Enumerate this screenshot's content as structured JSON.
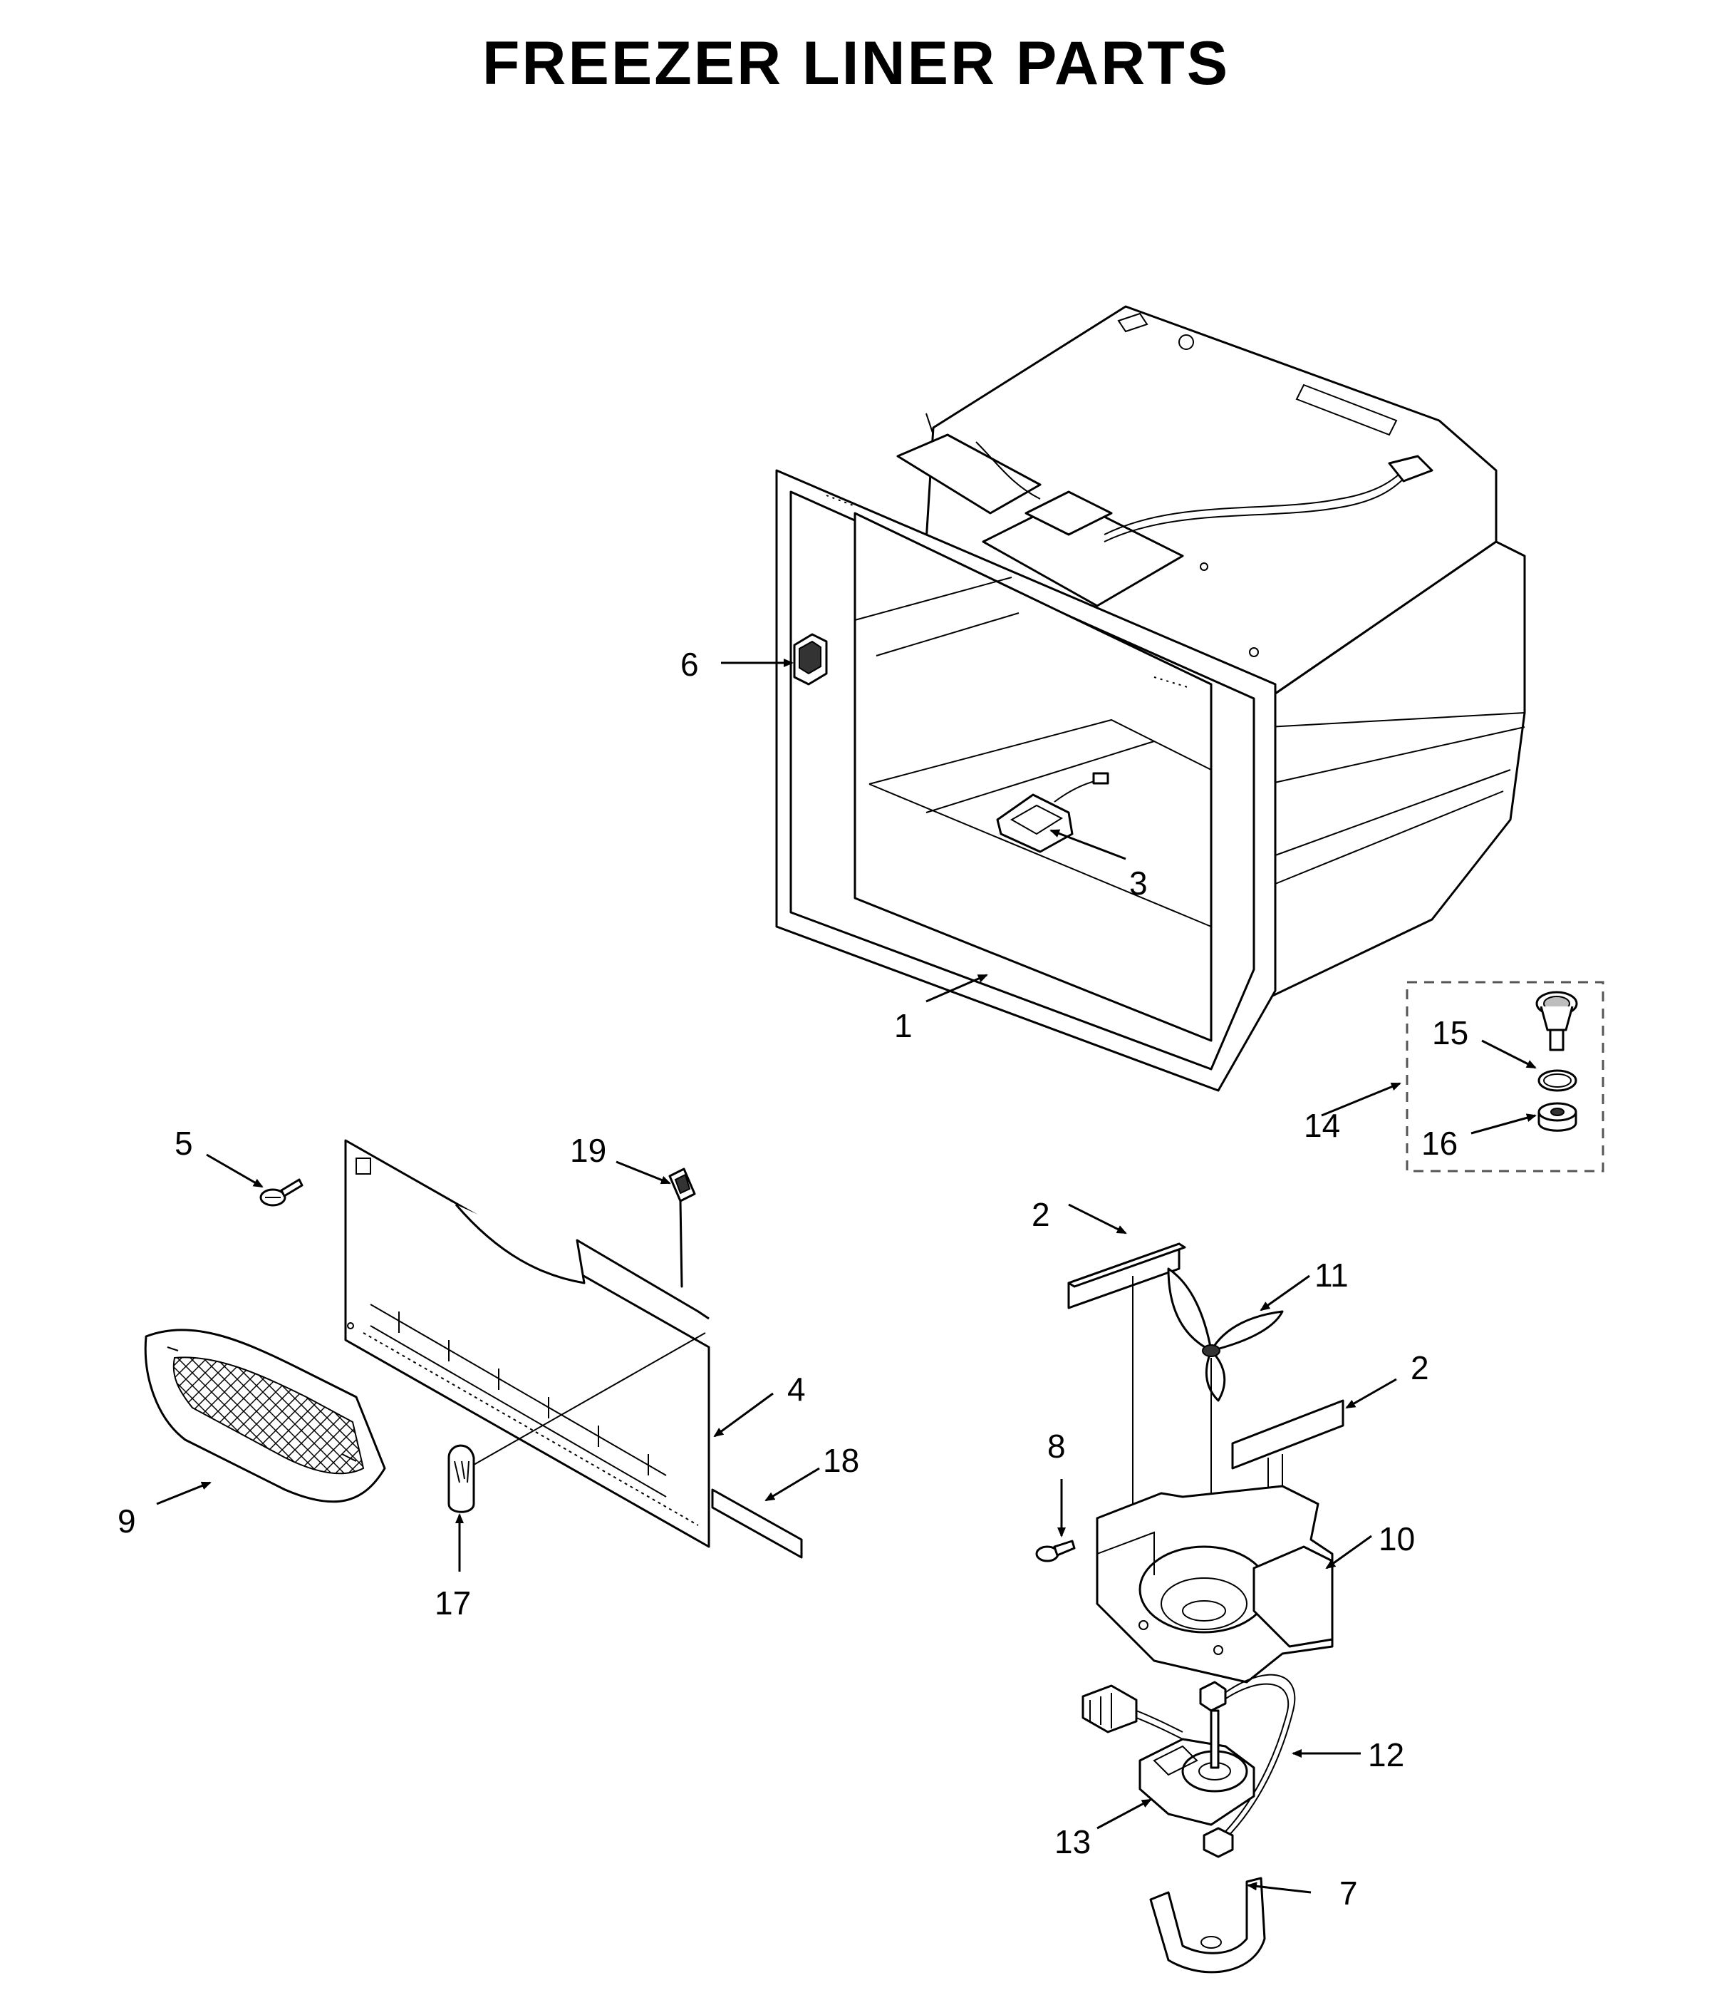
{
  "title": "FREEZER LINER PARTS",
  "callouts": [
    {
      "id": "1",
      "label": "1"
    },
    {
      "id": "2a",
      "label": "2"
    },
    {
      "id": "2b",
      "label": "2"
    },
    {
      "id": "3",
      "label": "3"
    },
    {
      "id": "4",
      "label": "4"
    },
    {
      "id": "5",
      "label": "5"
    },
    {
      "id": "6",
      "label": "6"
    },
    {
      "id": "7",
      "label": "7"
    },
    {
      "id": "8",
      "label": "8"
    },
    {
      "id": "9",
      "label": "9"
    },
    {
      "id": "10",
      "label": "10"
    },
    {
      "id": "11",
      "label": "11"
    },
    {
      "id": "12",
      "label": "12"
    },
    {
      "id": "13",
      "label": "13"
    },
    {
      "id": "14",
      "label": "14"
    },
    {
      "id": "15",
      "label": "15"
    },
    {
      "id": "16",
      "label": "16"
    },
    {
      "id": "17",
      "label": "17"
    },
    {
      "id": "18",
      "label": "18"
    },
    {
      "id": "19",
      "label": "19"
    }
  ]
}
